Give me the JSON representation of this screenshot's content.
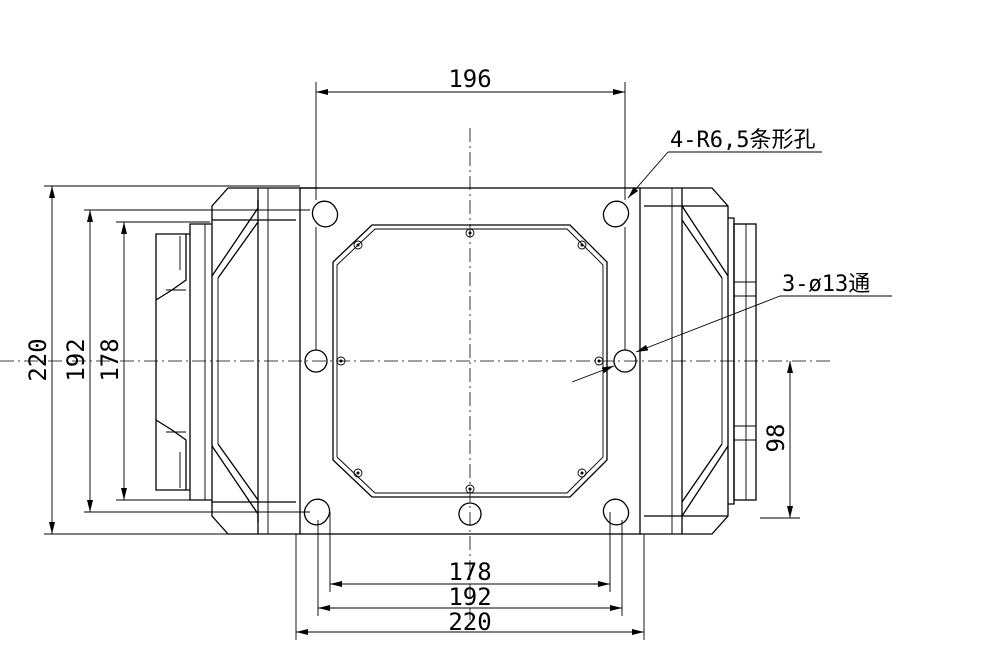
{
  "dimensions": {
    "top_width": "196",
    "bottom_inner": "178",
    "bottom_mid": "192",
    "bottom_outer": "220",
    "left_outer": "220",
    "left_mid": "192",
    "left_inner": "178",
    "right_offset": "98"
  },
  "notes": {
    "slot_note": "4-R6,5条形孔",
    "hole_note": "3-ø13通"
  }
}
